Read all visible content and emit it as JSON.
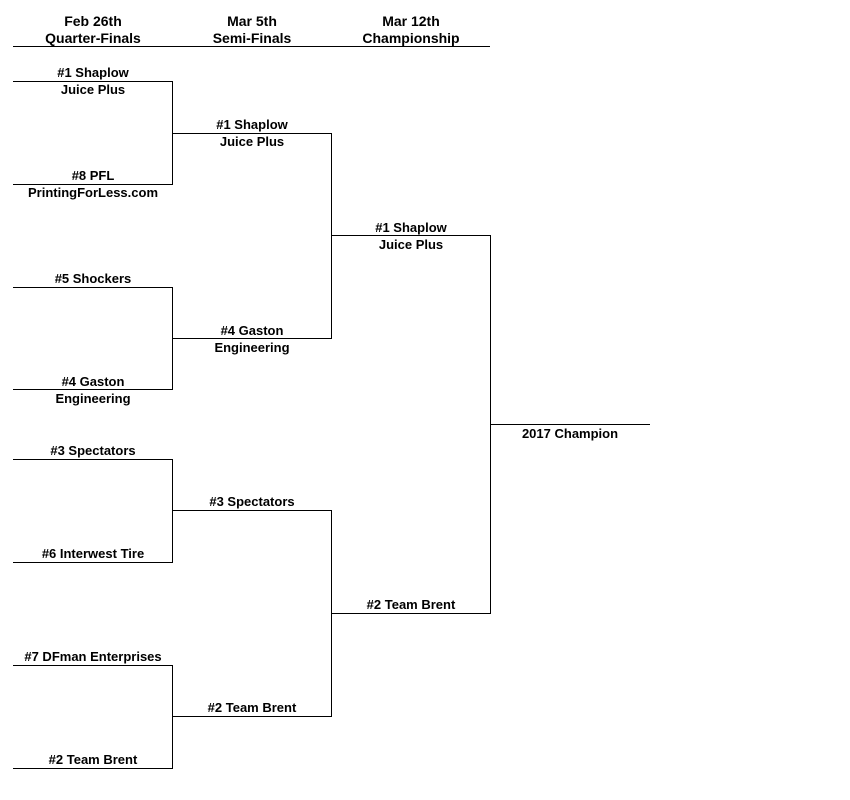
{
  "rounds": [
    {
      "date": "Feb 26th",
      "name": "Quarter-Finals"
    },
    {
      "date": "Mar 5th",
      "name": "Semi-Finals"
    },
    {
      "date": "Mar 12th",
      "name": "Championship"
    }
  ],
  "quarterfinals": [
    {
      "line1": "#1 Shaplow",
      "line2": "Juice Plus"
    },
    {
      "line1": "#8 PFL",
      "line2": "PrintingForLess.com"
    },
    {
      "line1": "#5 Shockers",
      "line2": ""
    },
    {
      "line1": "#4 Gaston",
      "line2": "Engineering"
    },
    {
      "line1": "#3 Spectators",
      "line2": ""
    },
    {
      "line1": "#6 Interwest Tire",
      "line2": ""
    },
    {
      "line1": "#7 DFman Enterprises",
      "line2": ""
    },
    {
      "line1": "#2 Team Brent",
      "line2": ""
    }
  ],
  "semifinals": [
    {
      "line1": "#1 Shaplow",
      "line2": "Juice Plus"
    },
    {
      "line1": "#4 Gaston",
      "line2": "Engineering"
    },
    {
      "line1": "#3 Spectators",
      "line2": ""
    },
    {
      "line1": "#2 Team Brent",
      "line2": ""
    }
  ],
  "championship": [
    {
      "line1": "#1 Shaplow",
      "line2": "Juice Plus"
    },
    {
      "line1": "#2 Team Brent",
      "line2": ""
    }
  ],
  "champion": {
    "label": "2017 Champion"
  }
}
